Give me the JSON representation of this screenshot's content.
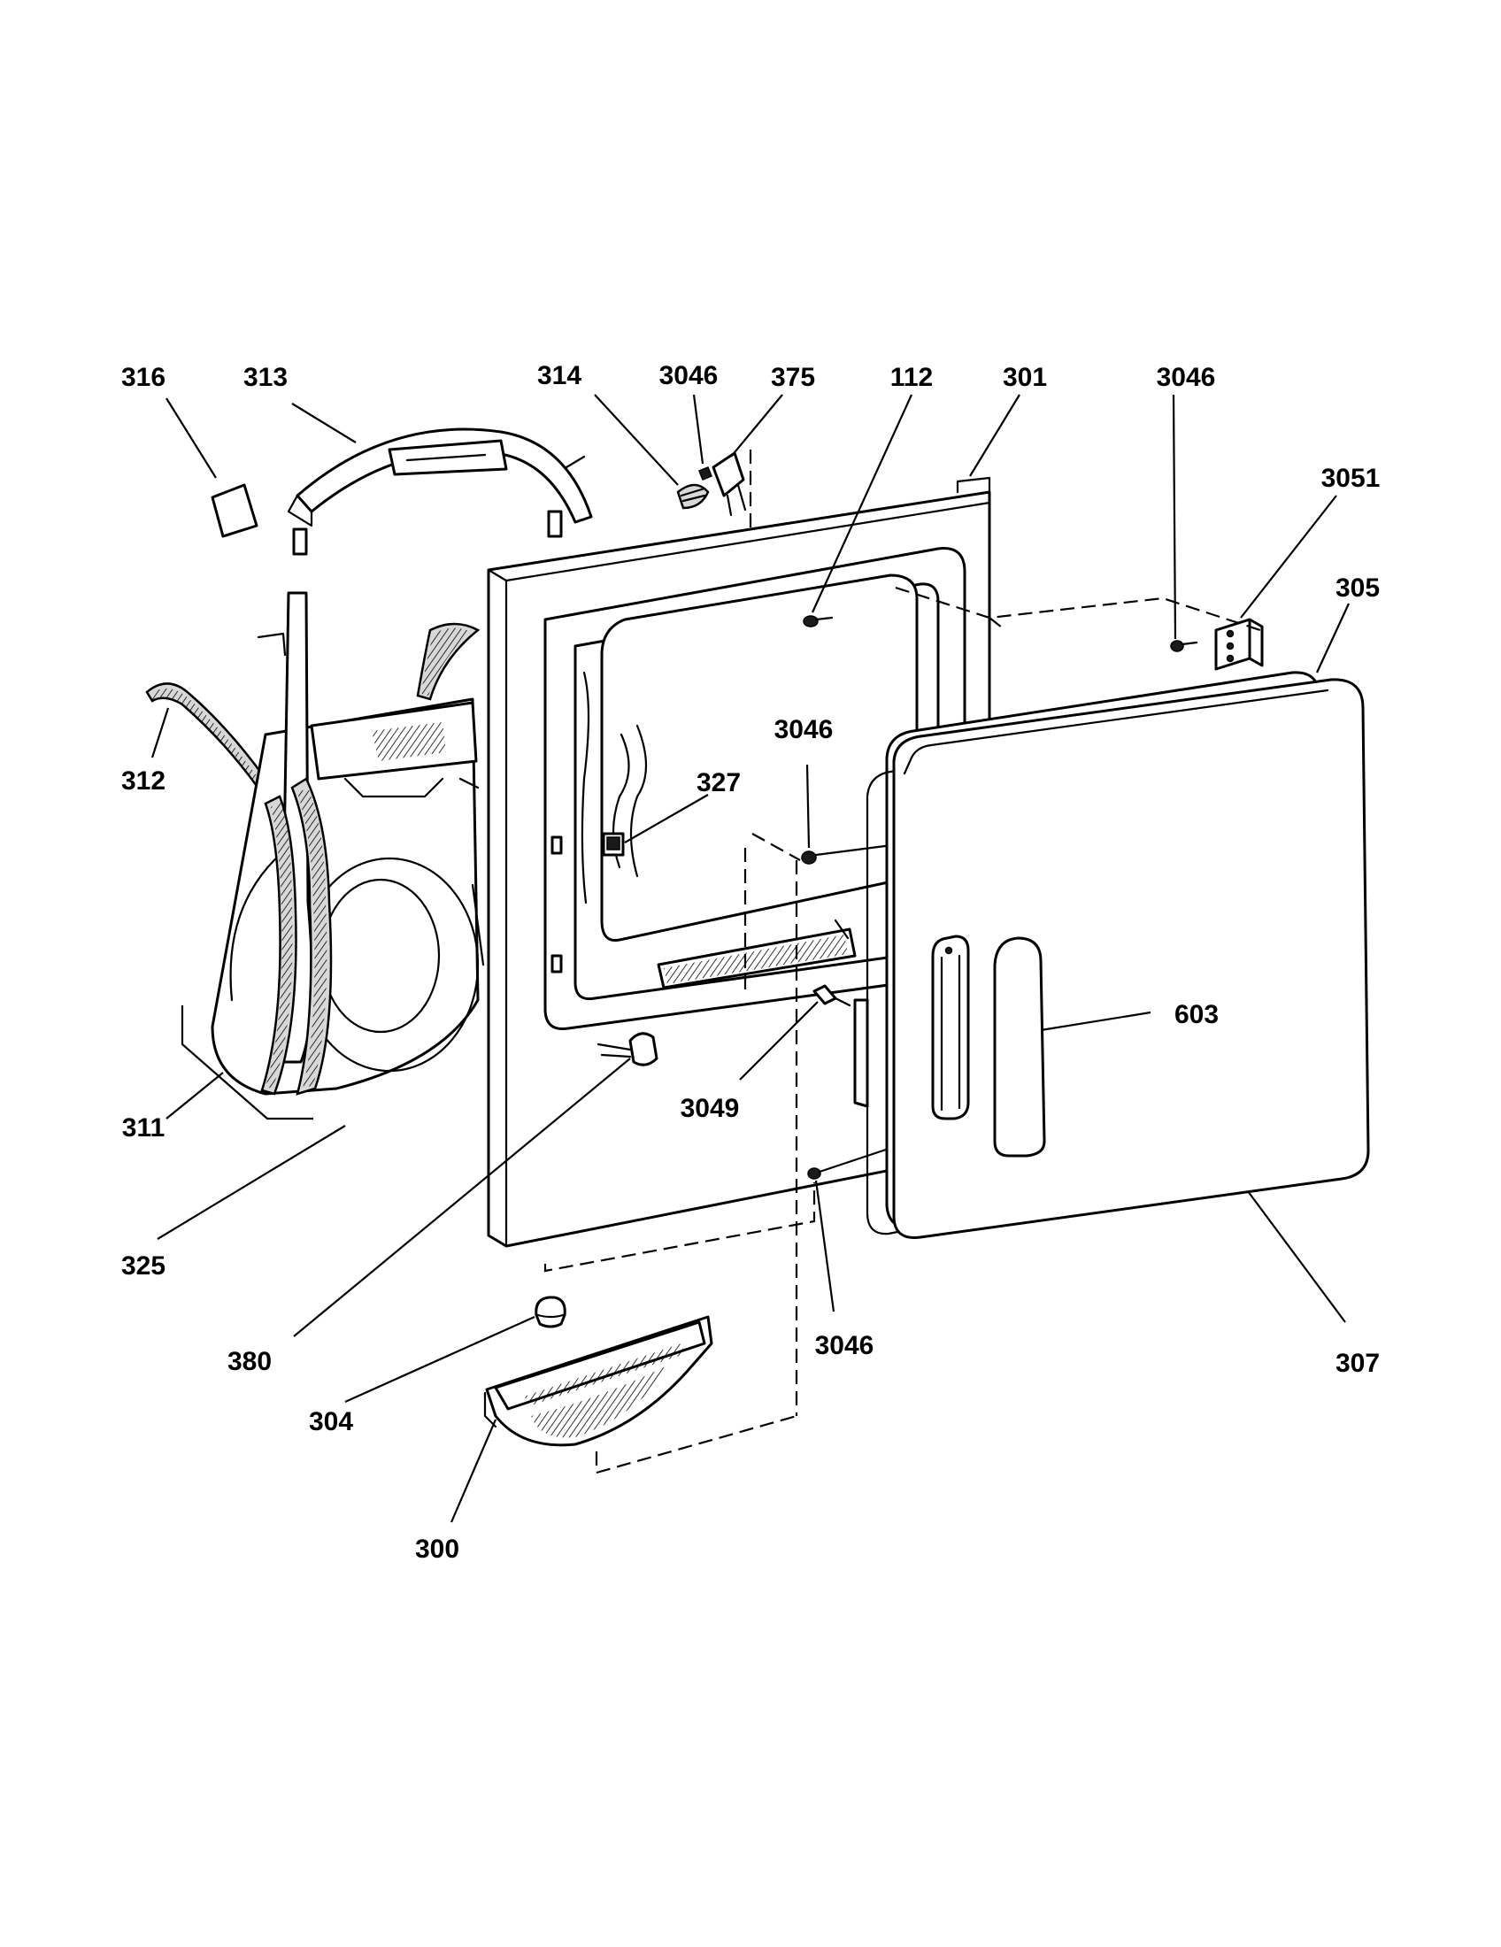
{
  "callouts": {
    "c316": "316",
    "c313": "313",
    "c314": "314",
    "c3046_top": "3046",
    "c375": "375",
    "c112": "112",
    "c301": "301",
    "c3046_right": "3046",
    "c3051": "3051",
    "c305": "305",
    "c312": "312",
    "c3046_mid": "3046",
    "c327": "327",
    "c603": "603",
    "c311": "311",
    "c3049": "3049",
    "c325": "325",
    "c380": "380",
    "c3046_bottom": "3046",
    "c307": "307",
    "c304": "304",
    "c300": "300"
  },
  "colors": {
    "line": "#000000",
    "background": "#ffffff",
    "foam": "#d8d8d8"
  }
}
